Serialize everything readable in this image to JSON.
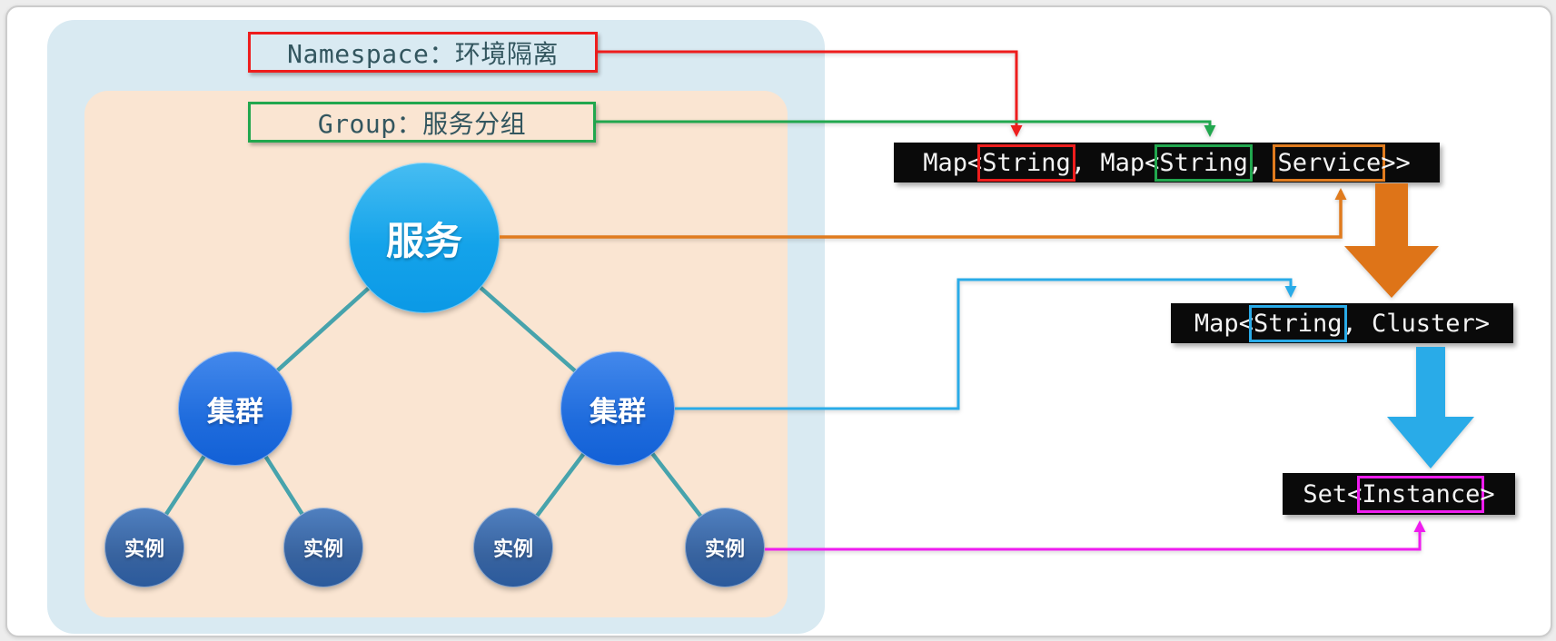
{
  "labels": {
    "namespace": "Namespace：环境隔离",
    "group": "Group：服务分组"
  },
  "tree": {
    "service": "服务",
    "clusters": [
      "集群",
      "集群"
    ],
    "instances": [
      "实例",
      "实例",
      "实例",
      "实例"
    ]
  },
  "code_boxes": {
    "outer_map": {
      "full_text": "Map<String, Map<String, Service>>",
      "segments": [
        "Map<",
        "String",
        ", Map<",
        "String",
        ", ",
        "Service",
        ">>"
      ],
      "highlights": {
        "1": "red",
        "3": "green",
        "5": "orange"
      }
    },
    "cluster_map": {
      "full_text": "Map<String, Cluster>",
      "segments": [
        "Map<",
        "String",
        ", Cluster>"
      ],
      "highlights": {
        "1": "blue"
      }
    },
    "instance_set": {
      "full_text": "Set<Instance>",
      "segments": [
        "Set<",
        "Instance",
        ">"
      ],
      "highlights": {
        "1": "magenta"
      }
    }
  },
  "colors": {
    "namespace_fill": "#d9eaf2",
    "group_fill": "#fae5d2",
    "red": "#ee1d1d",
    "green": "#21a74e",
    "orange": "#e07b1e",
    "blue": "#29abe8",
    "magenta": "#ef1cef",
    "tree_edge": "#47a3ac",
    "service_node": "#14a3ea",
    "cluster_node": "#1f6cdd",
    "instance_node": "#38639f",
    "code_bg": "#0a0a0a",
    "code_text": "#f3f3f3",
    "label_text": "#33565f"
  }
}
